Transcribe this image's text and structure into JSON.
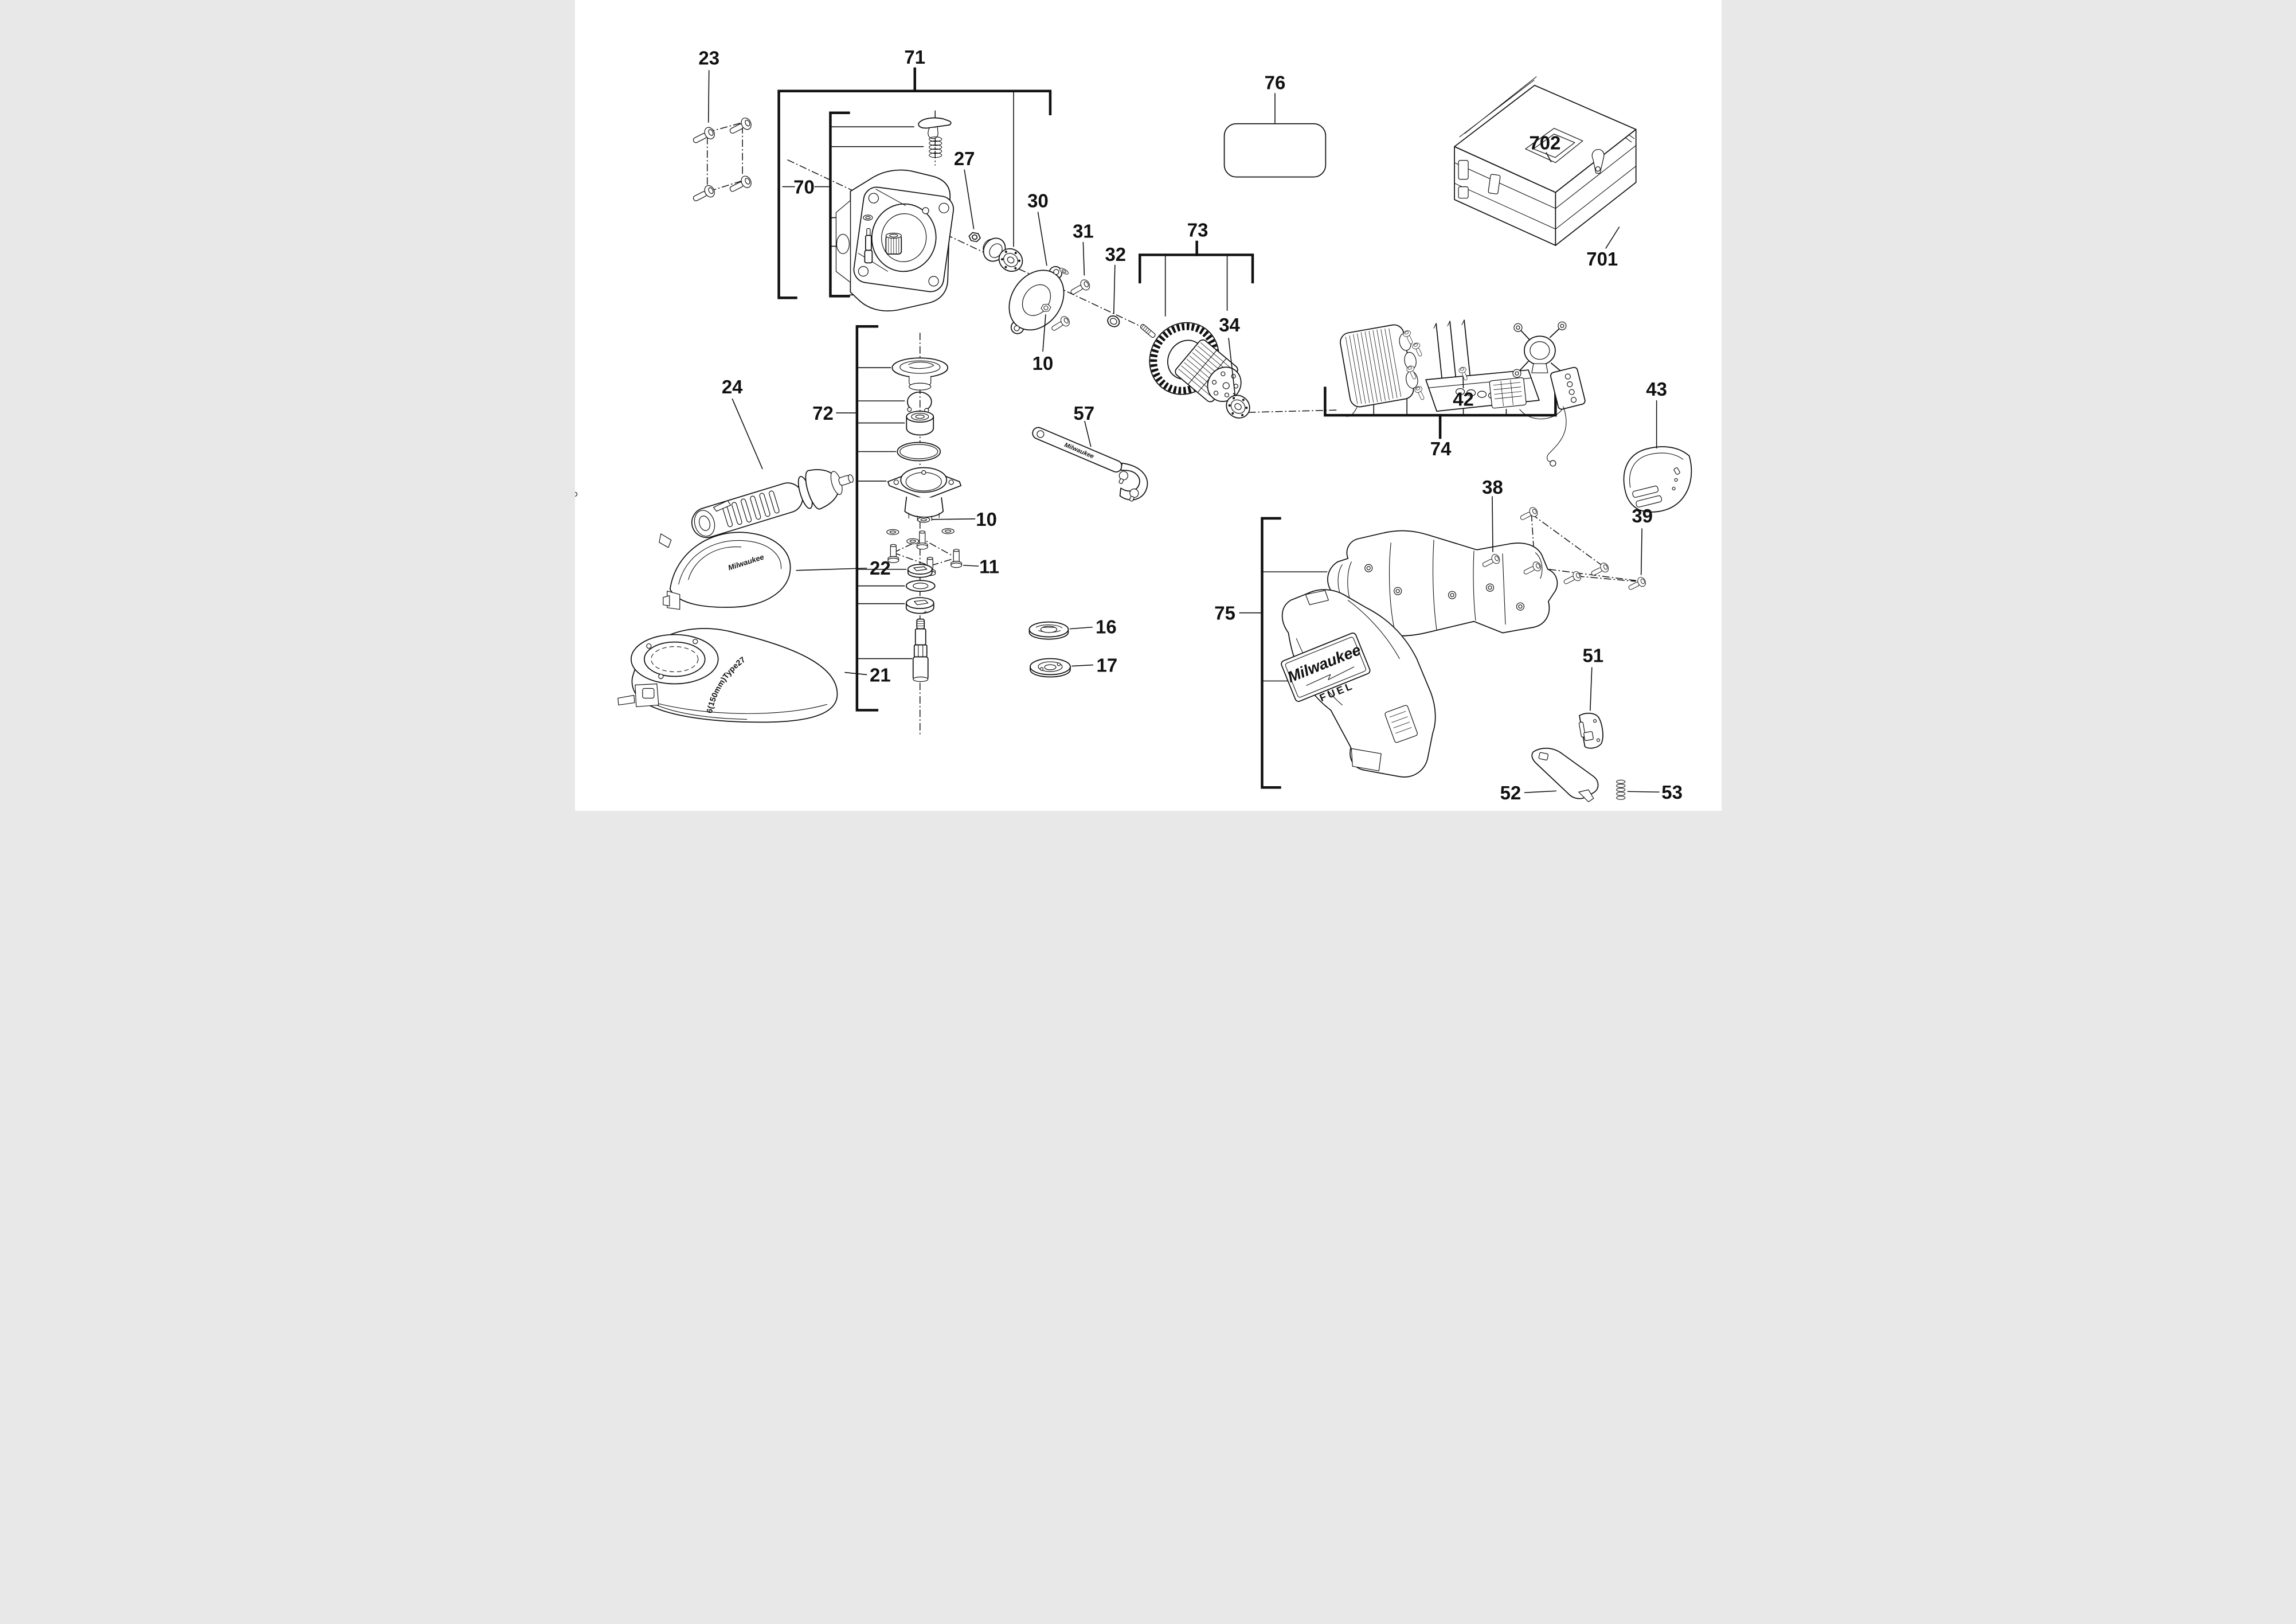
{
  "diagram": {
    "background": "#ffffff",
    "line_color": "#111111",
    "labels": {
      "p23": "23",
      "p71": "71",
      "p70": "70",
      "p27": "27",
      "p30": "30",
      "p31": "31",
      "p32": "32",
      "p73": "73",
      "p34": "34",
      "p10a": "10",
      "p76": "76",
      "p702": "702",
      "p701": "701",
      "p24": "24",
      "p43": "43",
      "p72": "72",
      "p10b": "10",
      "p11": "11",
      "p57": "57",
      "p42": "42",
      "p74": "74",
      "p38": "38",
      "p39": "39",
      "p22": "22",
      "p21": "21",
      "p75": "75",
      "p16": "16",
      "p17": "17",
      "p51": "51",
      "p52": "52",
      "p53": "53"
    },
    "markings": {
      "brand": "Milwaukee",
      "fuel": "FUEL",
      "guard_spec": "6(150mm)Type27"
    }
  }
}
